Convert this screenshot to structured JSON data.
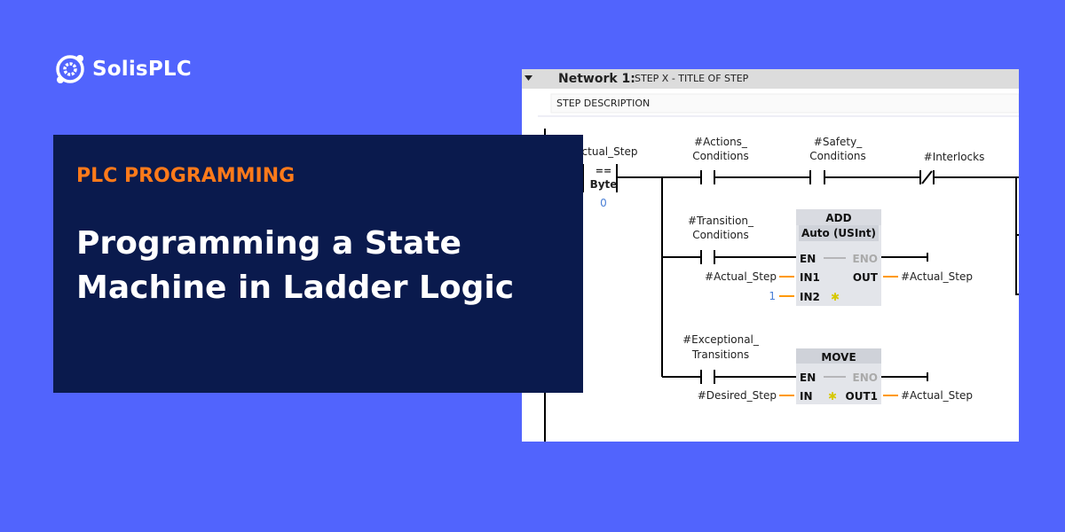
{
  "brand": {
    "name": "SolisPLC",
    "icon": "gear-orbit-logo"
  },
  "article": {
    "category": "PLC PROGRAMMING",
    "title": "Programming a State Machine in Ladder Logic"
  },
  "ladder": {
    "network_label": "Network 1:",
    "network_title": "STEP X - TITLE OF STEP",
    "description": "STEP DESCRIPTION",
    "compare": {
      "operand": "#Actual_Step",
      "visible_operand": "ctual_Step",
      "op": "==",
      "type": "Byte",
      "value": "0"
    },
    "contacts": {
      "actions": [
        "#Actions_",
        "Conditions"
      ],
      "safety": [
        "#Safety_",
        "Conditions"
      ],
      "interlocks": "#Interlocks",
      "transition": [
        "#Transition_",
        "Conditions"
      ],
      "exceptional": [
        "#Exceptional_",
        "Transitions"
      ]
    },
    "add_block": {
      "name": "ADD",
      "type": "Auto (USInt)",
      "en": "EN",
      "eno": "ENO",
      "in1": "IN1",
      "in2": "IN2",
      "out": "OUT",
      "in1_var": "#Actual_Step",
      "in2_val": "1",
      "out_var": "#Actual_Step"
    },
    "move_block": {
      "name": "MOVE",
      "en": "EN",
      "eno": "ENO",
      "in": "IN",
      "out": "OUT1",
      "in_var": "#Desired_Step",
      "out_var": "#Actual_Step"
    },
    "colors": {
      "wire": "#000000",
      "param_wire": "#ff9900",
      "constant": "#4a7fd6",
      "block_bg": "#e3e5ea",
      "block_header": "#cfd2d9"
    }
  }
}
